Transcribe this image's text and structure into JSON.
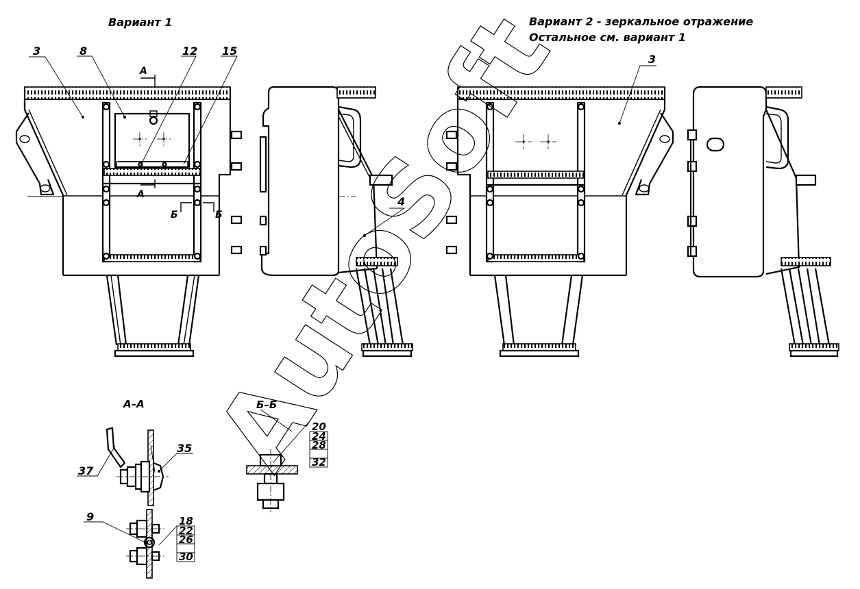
{
  "titles": {
    "variant1": "Вариант 1",
    "variant2_line1": "Вариант 2 - зеркальное отражение",
    "variant2_line2": "Остальное см. вариант 1"
  },
  "callouts": {
    "v1_3": "3",
    "v1_8": "8",
    "v1_12": "12",
    "v1_15": "15",
    "v1_4": "4",
    "v2_3": "3",
    "c37": "37",
    "c35": "35",
    "c9": "9",
    "stack_a": [
      "18",
      "22",
      "26",
      "30"
    ],
    "stack_b": [
      "20",
      "24",
      "28",
      "32"
    ]
  },
  "section_marks": {
    "a_top": "А",
    "a_bottom": "А",
    "b_left": "Б",
    "b_right": "Б"
  },
  "section_titles": {
    "aa": "А–А",
    "bb": "Б–Б"
  },
  "watermark": "AutoSoft"
}
